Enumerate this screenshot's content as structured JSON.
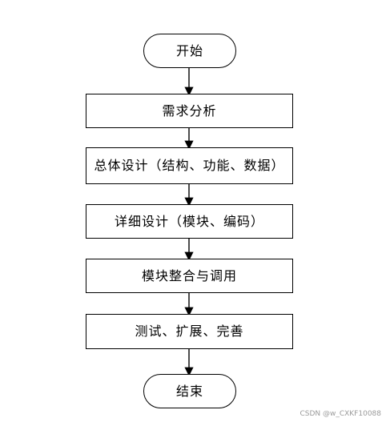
{
  "flowchart": {
    "start_label": "开始",
    "steps": [
      "需求分析",
      "总体设计（结构、功能、数据）",
      "详细设计（模块、编码）",
      "模块整合与调用",
      "测试、扩展、完善"
    ],
    "end_label": "结束"
  },
  "watermark": "CSDN @w_CXKF10088"
}
